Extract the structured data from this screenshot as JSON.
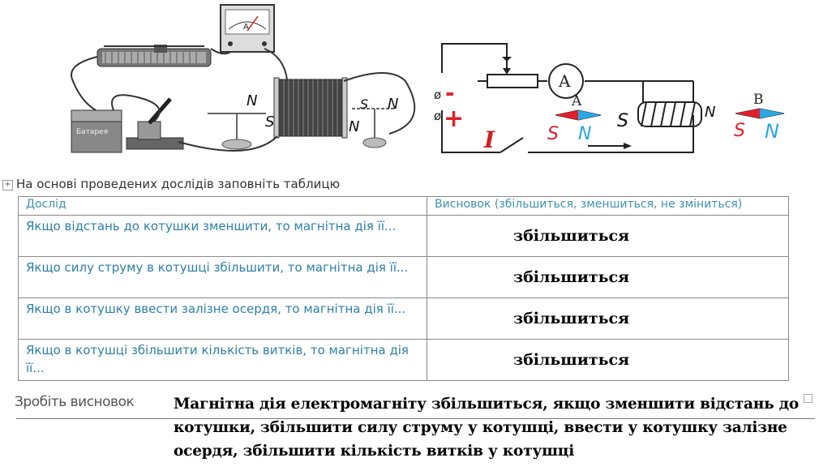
{
  "instruction": "На основі проведених дослідів заповніть таблицю",
  "table": {
    "headers": [
      "Дослід",
      "Висновок (збільшиться, зменшиться, не зміниться)"
    ],
    "rows": [
      {
        "condition": "Якщо відстань до  котушки зменшити, то магнітна дія її...",
        "result": "збільшиться"
      },
      {
        "condition": "Якщо силу струму в котушці збільшити, то магнітна дія її...",
        "result": "збільшиться"
      },
      {
        "condition": "Якщо в котушку ввести  залізне осердя, то магнітна дія її...",
        "result": "збільшиться"
      },
      {
        "condition": "Якщо в котушці збільшити кількість витків, то магнітна дія її...",
        "result": "збільшиться"
      }
    ]
  },
  "conclusion_label": "Зробіть висновок",
  "conclusion_text": "Магнітна дія електромагніту збільшиться, якщо зменшити відстань до котушки, збільшити силу струму у котушці, ввести у котушку залізне осердя, збільшити кількість витків у котушці",
  "figure_left": {
    "ammeter_letter": "A",
    "battery_label": "Батарея",
    "hand_labels": {
      "n_top": "N",
      "s_left": "S",
      "s_right": "S",
      "n_right": "N",
      "n_lower": "N"
    }
  },
  "figure_right": {
    "minus": "-",
    "plus": "+",
    "terminal_symbol": "ø",
    "ammeter_letter": "A",
    "current_symbol": "I",
    "compass_a_label": "A",
    "compass_b_label": "B",
    "hand_labels": {
      "s_a": "S",
      "n_a": "N",
      "s_coil": "S",
      "n_coil": "N",
      "s_b": "S",
      "n_b": "N"
    }
  },
  "colors": {
    "header_text": "#3f8fb3",
    "condition_text": "#2d7fa8",
    "hand_red": "#e0202c",
    "hand_blue": "#2aa8e6"
  }
}
